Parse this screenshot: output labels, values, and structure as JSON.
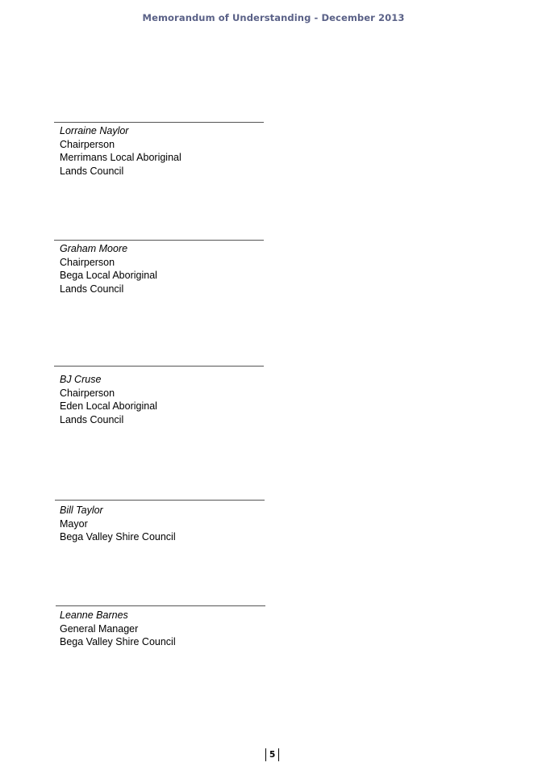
{
  "header": {
    "title": "Memorandum of Understanding - December 2013"
  },
  "signatories": [
    {
      "name": "Lorraine Naylor",
      "lines": [
        "Chairperson",
        "Merrimans Local Aboriginal",
        "Lands Council"
      ]
    },
    {
      "name": "Graham Moore",
      "lines": [
        "Chairperson",
        "Bega Local Aboriginal",
        "Lands Council"
      ]
    },
    {
      "name": "BJ Cruse",
      "lines": [
        "Chairperson",
        "Eden Local Aboriginal",
        "Lands Council"
      ]
    },
    {
      "name": "Bill Taylor",
      "lines": [
        "Mayor",
        "Bega Valley Shire Council"
      ]
    },
    {
      "name": "Leanne Barnes",
      "lines": [
        "General Manager",
        "Bega Valley Shire Council"
      ]
    }
  ],
  "footer": {
    "page_number": "5"
  }
}
